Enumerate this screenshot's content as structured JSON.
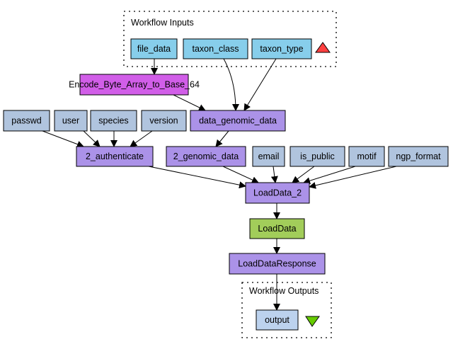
{
  "groups": {
    "inputs_title": "Workflow Inputs",
    "outputs_title": "Workflow Outputs"
  },
  "nodes": {
    "file_data": "file_data",
    "taxon_class": "taxon_class",
    "taxon_type": "taxon_type",
    "encode": "Encode_Byte_Array_to_Base_64",
    "data_genomic_data": "data_genomic_data",
    "passwd": "passwd",
    "user": "user",
    "species": "species",
    "version": "version",
    "authenticate": "2_authenticate",
    "genomic_data": "2_genomic_data",
    "email": "email",
    "is_public": "is_public",
    "motif": "motif",
    "ngp_format": "ngp_format",
    "loaddata_2": "LoadData_2",
    "loaddata": "LoadData",
    "loaddata_response": "LoadDataResponse",
    "output": "output"
  },
  "colors": {
    "workflow_input": "#87ceeb",
    "beanshell": "#d15ee8",
    "xml_splitter": "#ab92e8",
    "string_constant": "#b0c4de",
    "wsdl": "#a2cd5a",
    "workflow_output": "#bcd2ee",
    "input_port_triangle": "#ff4040",
    "output_port_triangle": "#66cc00"
  }
}
